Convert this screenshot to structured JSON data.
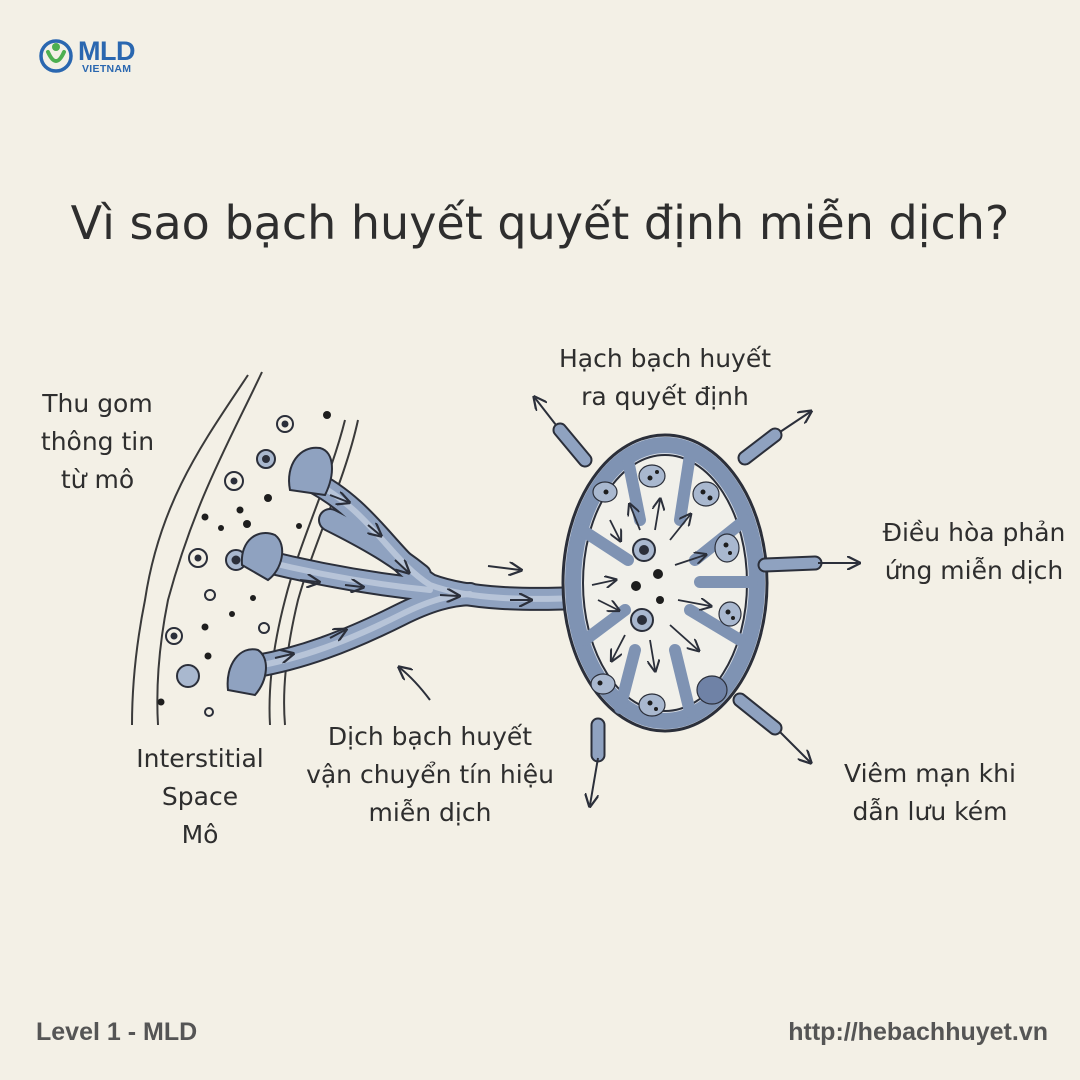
{
  "logo": {
    "name": "MLD",
    "subname": "VIETNAM"
  },
  "title": "Vì sao bạch huyết quyết định miễn dịch?",
  "labels": {
    "collect": [
      "Thu gom",
      "thông tin",
      "từ mô"
    ],
    "interstitial": [
      "Interstitial",
      "Space",
      "Mô"
    ],
    "transport": [
      "Dịch bạch huyết",
      "vận chuyển tín hiệu",
      "miễn dịch"
    ],
    "node": [
      "Hạch bạch huyết",
      "ra quyết định"
    ],
    "regulate": [
      "Điều hòa phản",
      "ứng miễn dịch"
    ],
    "inflammation": [
      "Viêm mạn khi",
      "dẫn lưu kém"
    ]
  },
  "footer": {
    "left": "Level 1 - MLD",
    "right": "http://hebachhuyet.vn"
  },
  "colors": {
    "background": "#f3f0e6",
    "vessel": "#7f93b3",
    "vessel_light": "#a9b8cf",
    "outline": "#2b2f3a",
    "brand": "#2a67b0"
  }
}
